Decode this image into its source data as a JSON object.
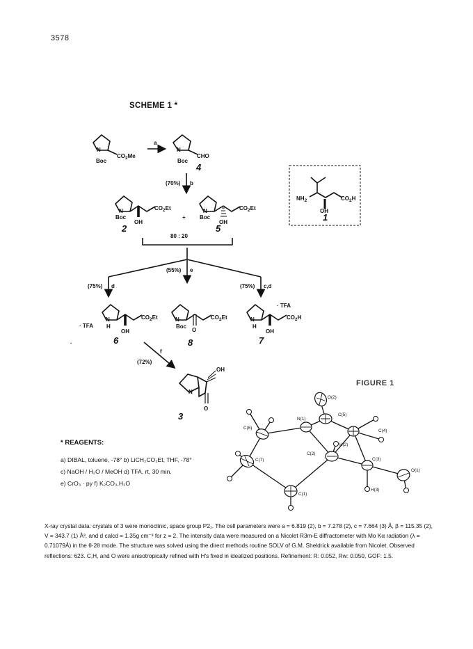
{
  "page_number": "3578",
  "scheme": {
    "title": "SCHEME 1 *",
    "compounds": {
      "start_group": "CO",
      "start_sub": "2",
      "start_group2": "Me",
      "boc": "Boc",
      "aldehyde": "CHO",
      "co2et_a": "CO",
      "co2et_sub": "2",
      "co2et_b": "Et",
      "co2h_a": "CO",
      "co2h_b": "H",
      "oh": "OH",
      "n": "N",
      "h": "H",
      "o": "O",
      "nh2": "NH",
      "nh2_sub": "2",
      "tfa": "· TFA",
      "num_1": "1",
      "num_2": "2",
      "num_3": "3",
      "num_4": "4",
      "num_5": "5",
      "num_6": "6",
      "num_7": "7",
      "num_8": "8"
    },
    "arrows": {
      "a": "a",
      "b": "b",
      "b_yield": "(70%)",
      "plus": "+",
      "ratio": "80  :  20",
      "e": "e",
      "e_yield": "(55%)",
      "d": "d",
      "d_yield": "(75%)",
      "cd": "c,d",
      "cd_yield": "(75%)",
      "f": "f",
      "f_yield": "(72%)"
    }
  },
  "reagents": {
    "title": "* REAGENTS:",
    "lines": [
      "a) DIBAL, toluene, -78°  b) LiCH₂CO₂Et, THF, -78°",
      "c) NaOH / H₂O / MeOH  d) TFA, rt, 30 min.",
      "e) CrO₃ · py  f) K₂CO₃,H₂O"
    ]
  },
  "figure": {
    "title": "FIGURE 1",
    "atoms": {
      "o2": "O(2)",
      "c5": "C(5)",
      "n1": "N(1)",
      "c6": "C(6)",
      "c4": "C(4)",
      "h2": "H(2)",
      "c2": "C(2)",
      "c7": "C(7)",
      "c3": "C(3)",
      "o1": "O(1)",
      "h3": "H(3)",
      "c1": "C(1)"
    }
  },
  "caption": {
    "text": "X-ray crystal data: crystals of 3 were monoclinic, space group P2₁. The cell parameters were a = 6.819 (2), b = 7.278 (2), c = 7.664 (3) Å, β = 115.35 (2), V = 343.7 (1) Å³, and d calcd = 1.35g cm⁻³ for z = 2. The intensity data were measured on a Nicolet R3m-E diffractometer with Mo Kα radiation (λ = 0.71079Å) in the θ-2θ mode. The structure was solved using the direct methods routine SOLV of G.M. Sheldrick available from Nicolet. Observed reflections: 623. C,H, and O were anisotropically refined with H's fixed in idealized positions. Refinement: R: 0.052, Rw: 0.050, GOF: 1.5."
  }
}
